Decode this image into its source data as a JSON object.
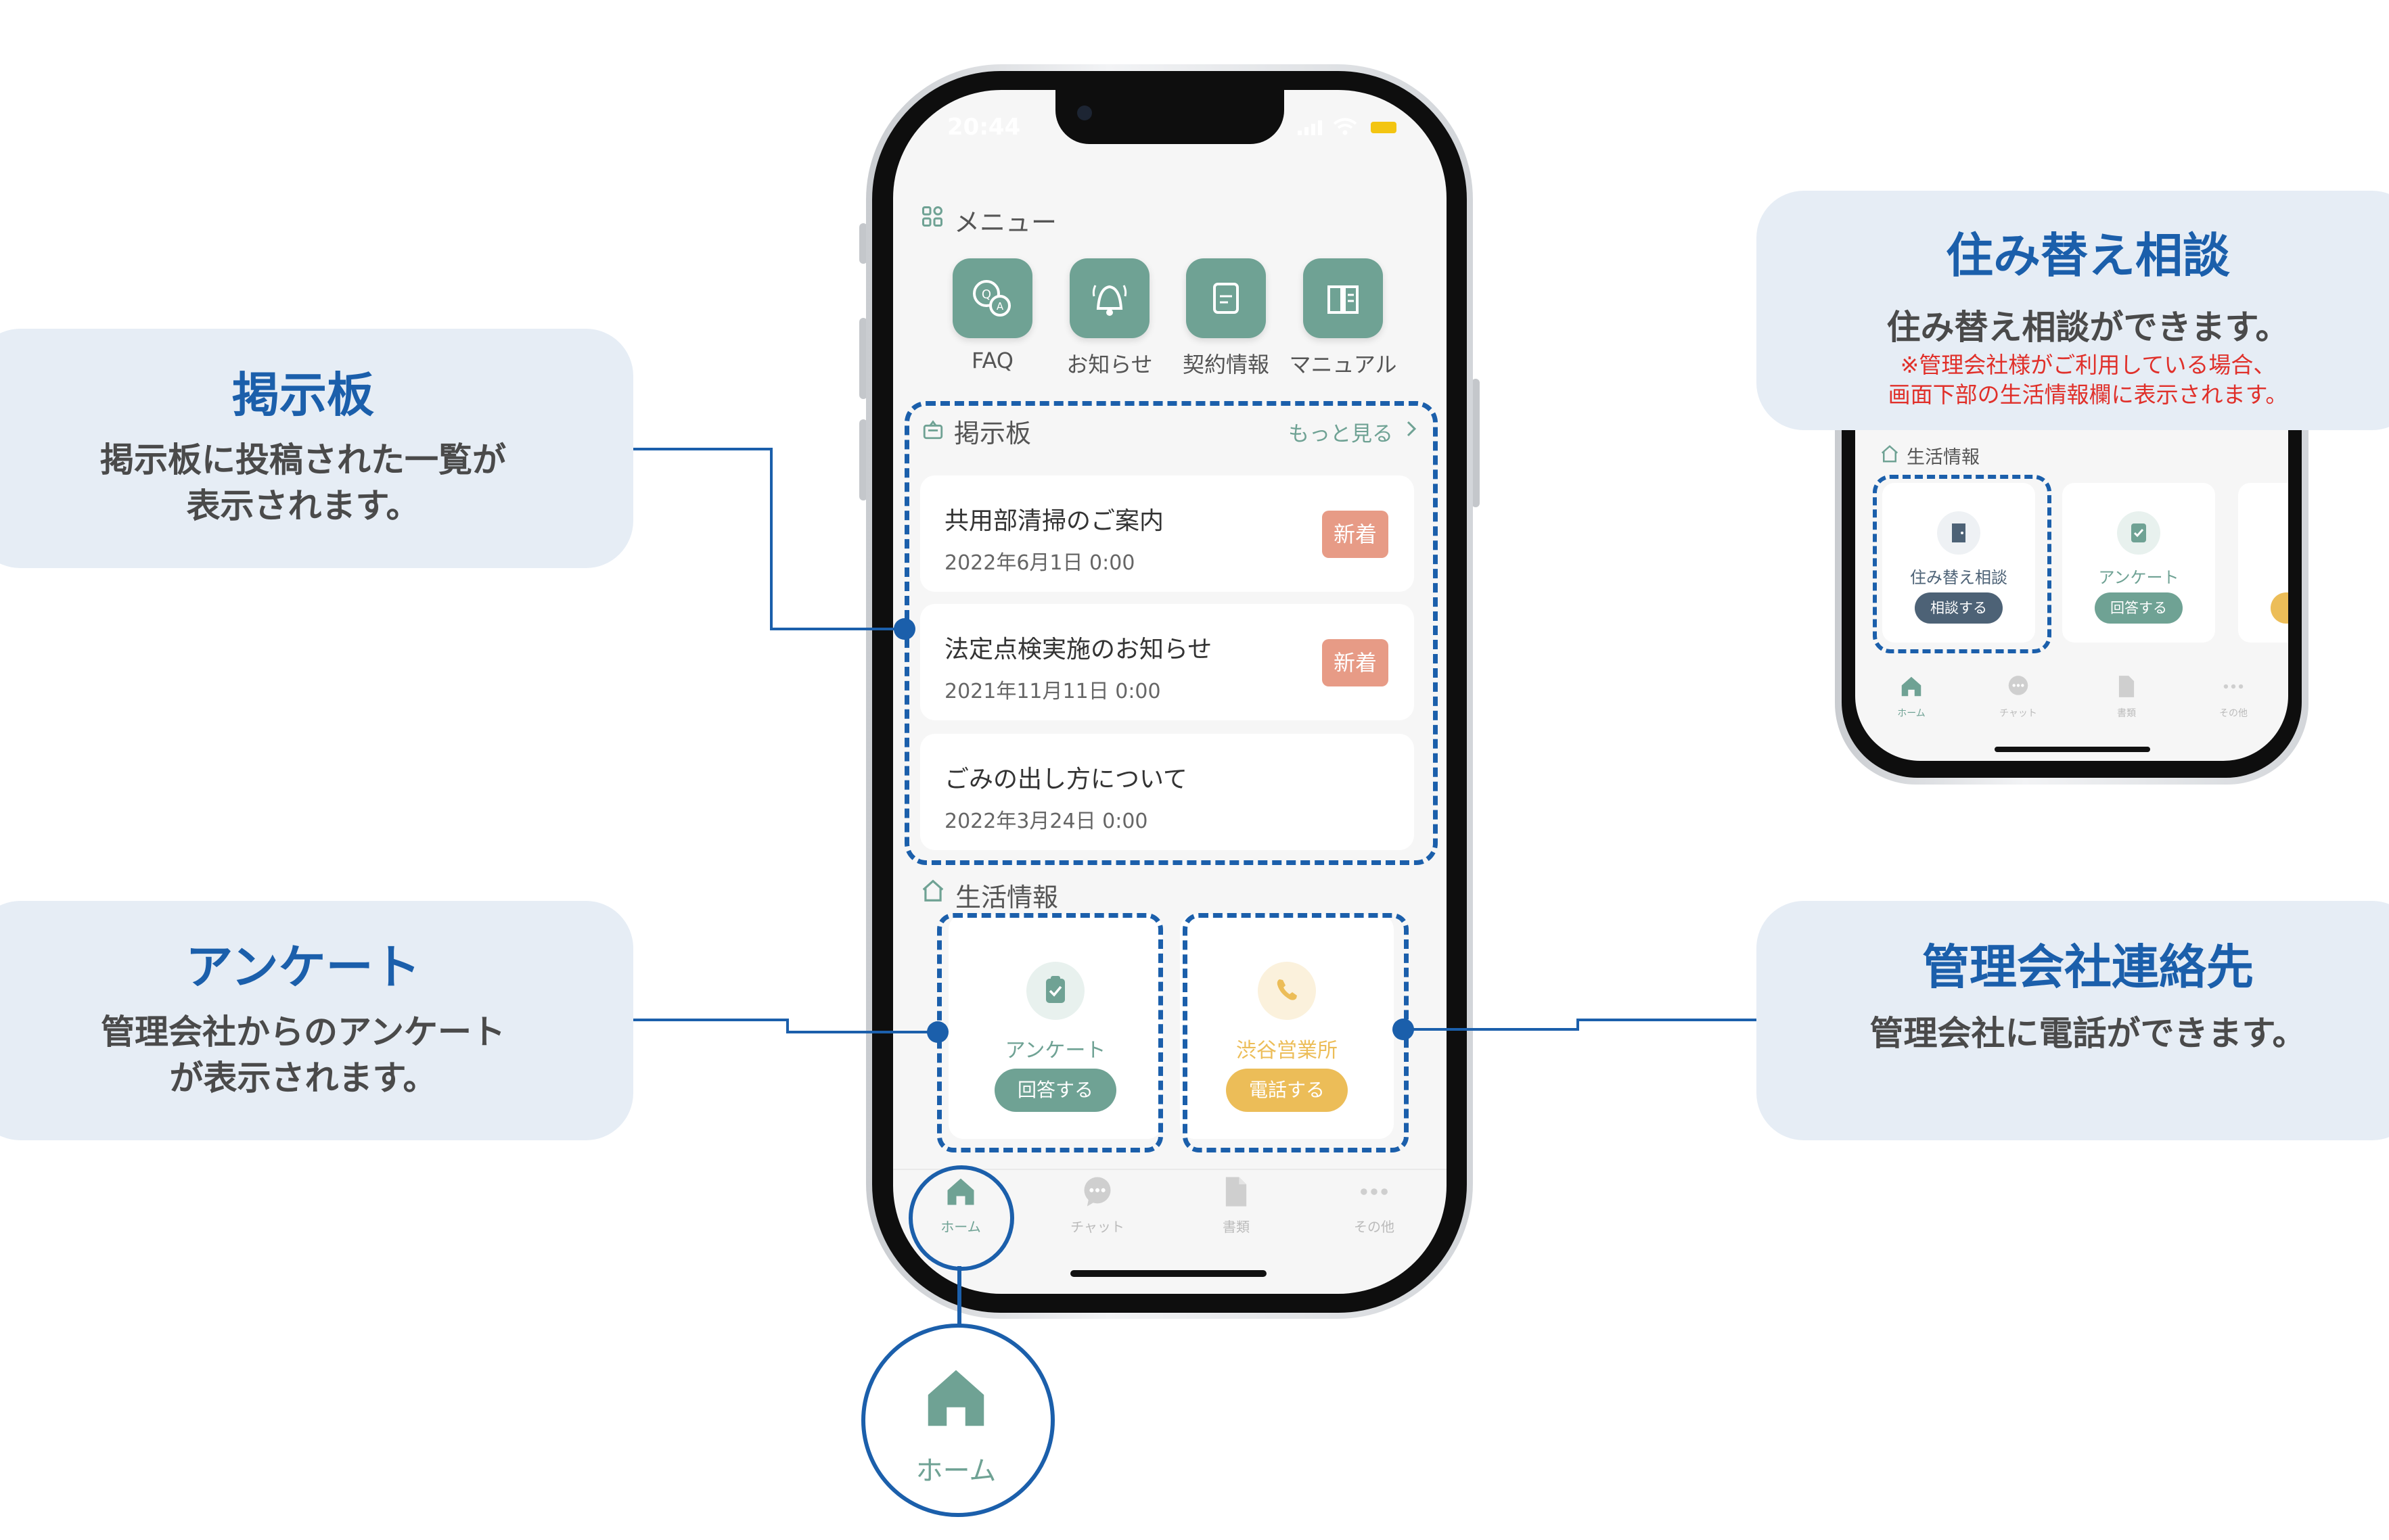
{
  "status_bar": {
    "time": "20:44"
  },
  "menu": {
    "label": "メニュー",
    "items": [
      {
        "label": "FAQ",
        "icon": "faq-icon"
      },
      {
        "label": "お知らせ",
        "icon": "bell-icon"
      },
      {
        "label": "契約情報",
        "icon": "contract-document-icon"
      },
      {
        "label": "マニュアル",
        "icon": "book-icon"
      }
    ]
  },
  "bulletin": {
    "label": "掲示板",
    "more": "もっと見る",
    "items": [
      {
        "title": "共用部清掃のご案内",
        "date": "2022年6月1日 0:00",
        "badge": "新着"
      },
      {
        "title": "法定点検実施のお知らせ",
        "date": "2021年11月11日 0:00",
        "badge": "新着"
      },
      {
        "title": "ごみの出し方について",
        "date": "2022年3月24日 0:00",
        "badge": ""
      }
    ]
  },
  "life_info": {
    "label": "生活情報",
    "cards": [
      {
        "name": "アンケート",
        "button": "回答する",
        "color": "#6fa294"
      },
      {
        "name": "渋谷営業所",
        "button": "電話する",
        "color": "#ecbd58"
      }
    ]
  },
  "tabs": [
    {
      "label": "ホーム",
      "icon": "home-icon",
      "active": true
    },
    {
      "label": "チャット",
      "icon": "chat-icon",
      "active": false
    },
    {
      "label": "書類",
      "icon": "document-icon",
      "active": false
    },
    {
      "label": "その他",
      "icon": "more-dots-icon",
      "active": false
    }
  ],
  "zoom_home": {
    "label": "ホーム"
  },
  "callouts": {
    "board": {
      "title": "掲示板",
      "desc_1": "掲示板に投稿された一覧が",
      "desc_2": "表示されます。"
    },
    "survey": {
      "title": "アンケート",
      "desc_1": "管理会社からのアンケート",
      "desc_2": "が表示されます。"
    },
    "relocation": {
      "title": "住み替え相談",
      "desc": "住み替え相談ができます。",
      "note_1": "※管理会社様がご利用している場合、",
      "note_2": "画面下部の生活情報欄に表示されます。"
    },
    "contact": {
      "title": "管理会社連絡先",
      "desc": "管理会社に電話ができます。"
    }
  },
  "small_phone": {
    "section_label": "生活情報",
    "cards": [
      {
        "name": "住み替え相談",
        "button": "相談する"
      },
      {
        "name": "アンケート",
        "button": "回答する"
      }
    ],
    "tabs": [
      "ホーム",
      "チャット",
      "書類",
      "その他"
    ]
  },
  "colors": {
    "accent_green": "#6fa294",
    "accent_yellow": "#ecbd58",
    "badge_salmon": "#e79b86",
    "callout_blue": "#1b5fab",
    "note_red": "#e0302a",
    "dark_slate": "#4d6276"
  }
}
